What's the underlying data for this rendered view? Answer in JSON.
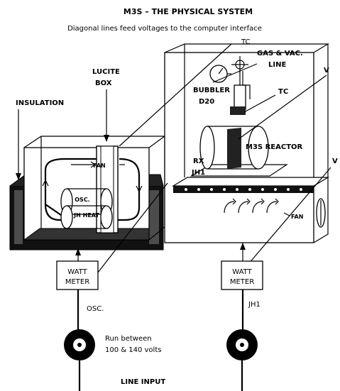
{
  "title": "M3S – THE PHYSICAL SYSTEM",
  "subtitle": "Diagonal lines feed voltages to the computer interface",
  "labels": {
    "insulation": "INSULATION",
    "lucite_line1": "LUCITE",
    "lucite_line2": "BOX",
    "fan_left": "FAN",
    "osc": "OSC.",
    "jh_heat": "JH HEAT",
    "tc_top": "TC",
    "v_top": "V",
    "gas_line1": "GAS & VAC.",
    "gas_line2": "LINE",
    "bubbler_line1": "BUBBLER",
    "bubbler_line2": "D20",
    "tc_mid": "TC",
    "reactor": "M3S REACTOR",
    "rx": "RX",
    "jh1": "JH1",
    "v_right": "V",
    "fan_right": "FAN",
    "watt_left_1": "WATT",
    "watt_left_2": "METER",
    "watt_right_1": "WATT",
    "watt_right_2": "METER",
    "osc_under": "OSC.",
    "jh1_under": "JH1",
    "run_line1": "Run between",
    "run_line2": "100 & 140 volts",
    "line_input": "LINE INPUT"
  }
}
